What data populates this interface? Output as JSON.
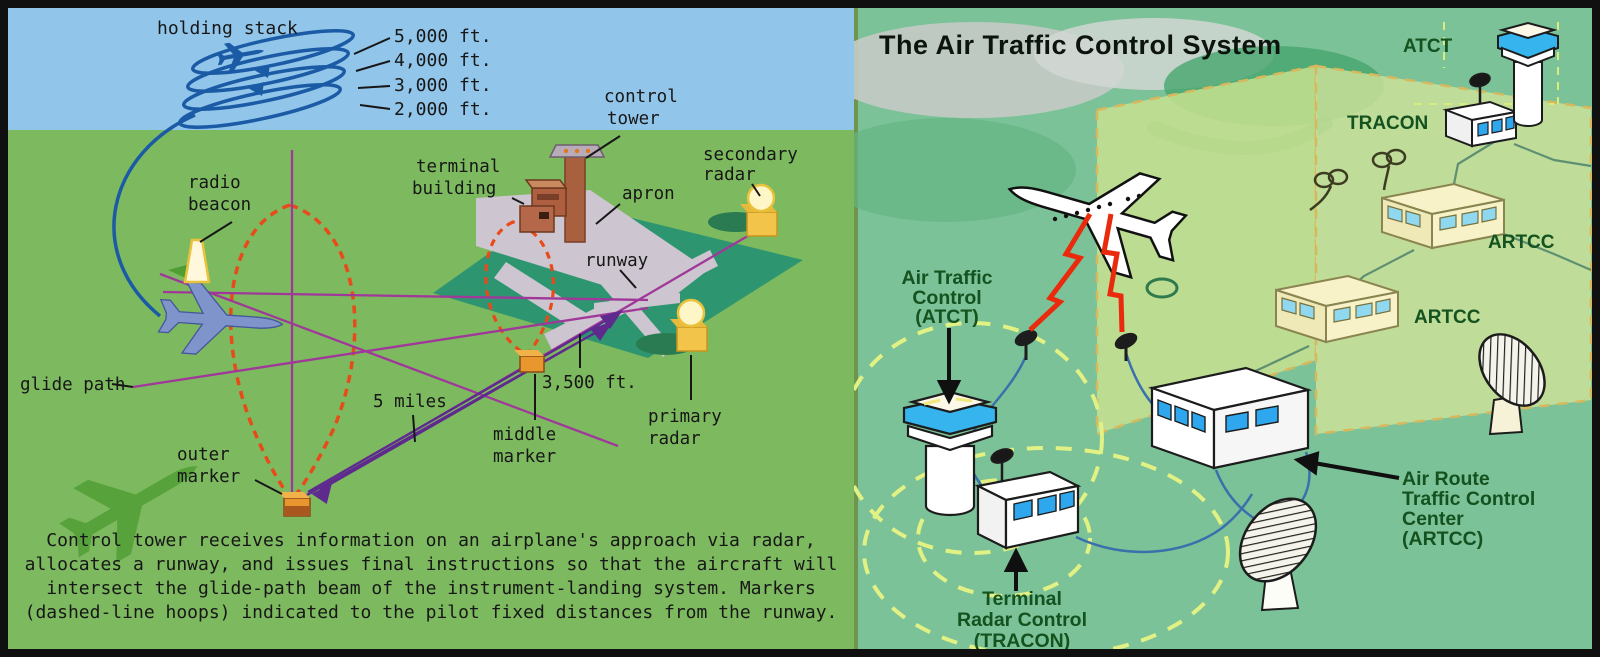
{
  "left": {
    "labels": {
      "holding_stack": "holding stack",
      "alt5000": "5,000 ft.",
      "alt4000": "4,000 ft.",
      "alt3000": "3,000 ft.",
      "alt2000": "2,000 ft.",
      "control_tower": [
        "control",
        "tower"
      ],
      "terminal_building": [
        "terminal",
        "building"
      ],
      "apron": "apron",
      "secondary_radar": [
        "secondary",
        "radar"
      ],
      "runway": "runway",
      "radio_beacon": [
        "radio",
        "beacon"
      ],
      "glide_path": "glide path",
      "five_miles": "5 miles",
      "dist_3500": "3,500 ft.",
      "middle_marker": [
        "middle",
        "marker"
      ],
      "outer_marker": [
        "outer",
        "marker"
      ],
      "primary_radar": [
        "primary",
        "radar"
      ]
    },
    "caption": [
      "Control tower receives information on an airplane's approach via radar,",
      "allocates a runway, and issues final instructions so that the aircraft will",
      "intersect the glide-path beam of the instrument-landing system. Markers",
      "(dashed-line hoops) indicated to the pilot fixed distances from the runway."
    ]
  },
  "right": {
    "title": "The Air Traffic Control System",
    "labels": {
      "atct": "ATCT",
      "tracon": "TRACON",
      "artcc_upper": "ARTCC",
      "artcc_lower": "ARTCC",
      "atc_tower": [
        "Air Traffic",
        "Control",
        "(ATCT)"
      ],
      "tracon_full": [
        "Terminal",
        "Radar Control",
        "(TRACON)"
      ],
      "artcc_full": [
        "Air Route",
        "Traffic Control",
        "Center",
        "(ARTCC)"
      ]
    }
  },
  "icons": {
    "left": [
      "holding-stack-path",
      "airplane-icon",
      "radio-beacon-icon",
      "control-tower-icon",
      "terminal-building-icon",
      "secondary-radar-icon",
      "primary-radar-icon",
      "middle-marker-box",
      "outer-marker-box",
      "marker-hoop",
      "glide-beam",
      "shadow-airplane-icon"
    ],
    "right": [
      "airliner-icon",
      "lightning-icon",
      "antenna-icon",
      "atct-tower-icon",
      "tracon-building-icon",
      "artcc-building-icon",
      "radar-dish-icon",
      "coverage-circle",
      "sector-panel"
    ]
  },
  "colors": {
    "sky": "#92c5ea",
    "grass": "#7db95f",
    "airfield": "#2d9671",
    "pavement": "#cdc5cf",
    "beam_magenta": "#a0389a",
    "arrow_purple": "#5f2a8e",
    "hoop_red": "#e84a1a",
    "stack_blue": "#1b5ba6",
    "marker_orange": "#e8962e",
    "radar_yellow": "#f2c54a",
    "right_bg": "#7cc298",
    "sector_green": "#c7e18f",
    "label_green": "#14521f",
    "window_blue": "#2ea7ef",
    "lightning_red": "#ea2a0c",
    "cream": "#f7f2c8"
  }
}
